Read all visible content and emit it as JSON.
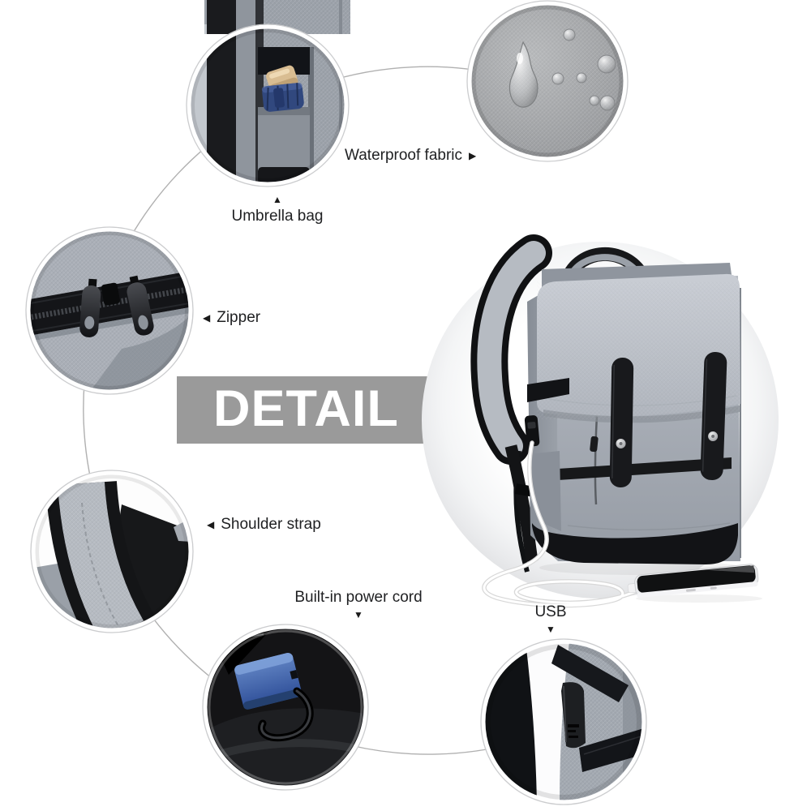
{
  "banner": {
    "label": "DETAIL",
    "bg_color": "#9a9a9a",
    "text_color": "#ffffff"
  },
  "features": [
    {
      "name": "umbrella-bag",
      "label": "Umbrella bag",
      "arrow_icon": "▲"
    },
    {
      "name": "waterproof-fabric",
      "label": "Waterproof fabric",
      "arrow_icon": "▶"
    },
    {
      "name": "zipper",
      "label": "Zipper",
      "arrow_icon": "◀"
    },
    {
      "name": "shoulder-strap",
      "label": "Shoulder strap",
      "arrow_icon": "◀"
    },
    {
      "name": "built-in-power-cord",
      "label": "Built-in power cord",
      "arrow_icon": "▼"
    },
    {
      "name": "usb-port",
      "label": "USB",
      "arrow_icon": "▼"
    }
  ],
  "colors": {
    "page_bg": "#ffffff",
    "banner_bg": "#9a9a9a",
    "fabric_grey": "#9ba1a9",
    "strap_black": "#17181a",
    "umbrella_blue": "#31487e",
    "handle_gold": "#d9bd92",
    "powerbank_blue": "#4a72b8",
    "cable_white": "#ffffff",
    "connector_ring": "#b0b0b0"
  }
}
